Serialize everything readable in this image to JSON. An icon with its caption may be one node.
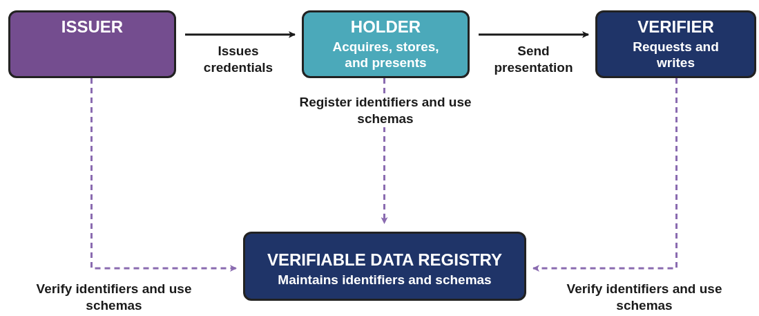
{
  "diagram": {
    "nodes": [
      {
        "text": [
          "ISSUER"
        ]
      },
      {
        "text": [
          "HOLDER",
          "Acquires, stores, and presents"
        ]
      },
      {
        "text": [
          "VERIFIER",
          "Requests and writes"
        ]
      },
      {
        "text": [
          "VERIFIABLE DATA REGISTRY",
          "Maintains identifiers and schemas"
        ]
      }
    ],
    "edges": [
      {
        "from": 0,
        "to": 1,
        "arrow": "to",
        "label": "Issues credentials",
        "color": "#1a1a1a"
      },
      {
        "from": 1,
        "to": 2,
        "arrow": "to",
        "label": "Send presentation",
        "color": "#1a1a1a"
      },
      {
        "from": 1,
        "to": 3,
        "arrow": "to",
        "label": "Register identifiers and use schemas",
        "style": "dashed",
        "color": "#8a6bb0"
      },
      {
        "from": 0,
        "to": 3,
        "arrow": "to",
        "label": "Verify identifiers and use schemas",
        "style": "dashed",
        "color": "#8a6bb0"
      },
      {
        "from": 2,
        "to": 3,
        "arrow": "to",
        "label": "Verify identifiers and use schemas",
        "style": "dashed",
        "color": "#8a6bb0"
      }
    ]
  }
}
